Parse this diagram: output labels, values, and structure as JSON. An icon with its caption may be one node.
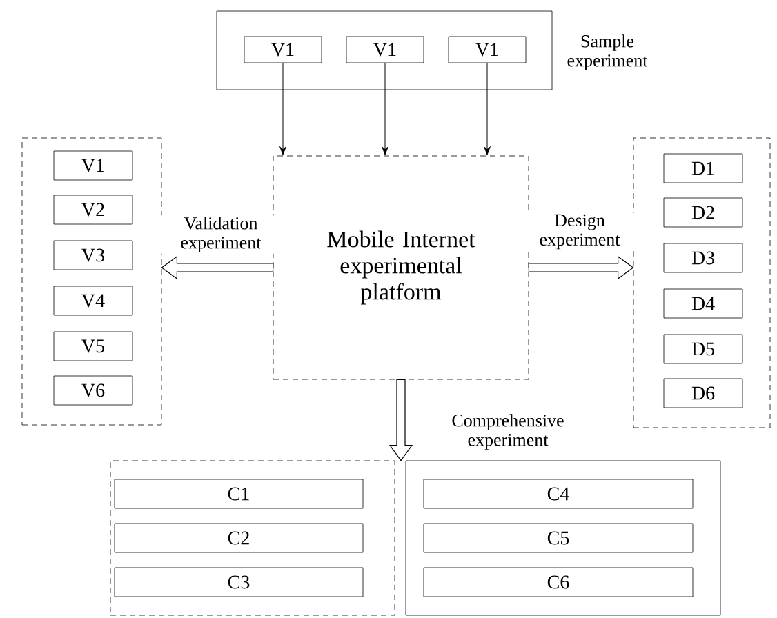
{
  "diagram": {
    "nodes": [
      {
        "text": [
          "Sample experiment"
        ]
      },
      {
        "text": [
          "V1"
        ],
        "in": 0
      },
      {
        "text": [
          "V1"
        ],
        "in": 0
      },
      {
        "text": [
          "V1"
        ],
        "in": 0
      },
      {
        "text": [
          "Mobile Internet experimental platform"
        ]
      },
      {
        "text": [],
        "shape": "box"
      },
      {
        "text": [
          "V1"
        ],
        "in": 5
      },
      {
        "text": [
          "V2"
        ],
        "in": 5
      },
      {
        "text": [
          "V3"
        ],
        "in": 5
      },
      {
        "text": [
          "V4"
        ],
        "in": 5
      },
      {
        "text": [
          "V5"
        ],
        "in": 5
      },
      {
        "text": [
          "V6"
        ],
        "in": 5
      },
      {
        "text": [],
        "shape": "box"
      },
      {
        "text": [
          "D1"
        ],
        "in": 12
      },
      {
        "text": [
          "D2"
        ],
        "in": 12
      },
      {
        "text": [
          "D3"
        ],
        "in": 12
      },
      {
        "text": [
          "D4"
        ],
        "in": 12
      },
      {
        "text": [
          "D5"
        ],
        "in": 12
      },
      {
        "text": [
          "D6"
        ],
        "in": 12
      },
      {
        "text": [],
        "shape": "box"
      },
      {
        "text": [
          "C1"
        ],
        "in": 19
      },
      {
        "text": [
          "C2"
        ],
        "in": 19
      },
      {
        "text": [
          "C3"
        ],
        "in": 19
      },
      {
        "text": [],
        "shape": "box"
      },
      {
        "text": [
          "C4"
        ],
        "in": 23
      },
      {
        "text": [
          "C5"
        ],
        "in": 23
      },
      {
        "text": [
          "C6"
        ],
        "in": 23
      }
    ],
    "edges": [
      {
        "from": 1,
        "to": 4,
        "arrow": "to"
      },
      {
        "from": 2,
        "to": 4,
        "arrow": "to"
      },
      {
        "from": 3,
        "to": 4,
        "arrow": "to"
      },
      {
        "from": 4,
        "to": 5,
        "arrow": "to",
        "label": "Validation experiment",
        "style": "thick"
      },
      {
        "from": 4,
        "to": 12,
        "arrow": "to",
        "label": "Design experiment",
        "style": "thick"
      },
      {
        "from": 4,
        "to": 19,
        "arrow": "to",
        "label": "Comprehensive experiment",
        "style": "thick"
      }
    ]
  }
}
